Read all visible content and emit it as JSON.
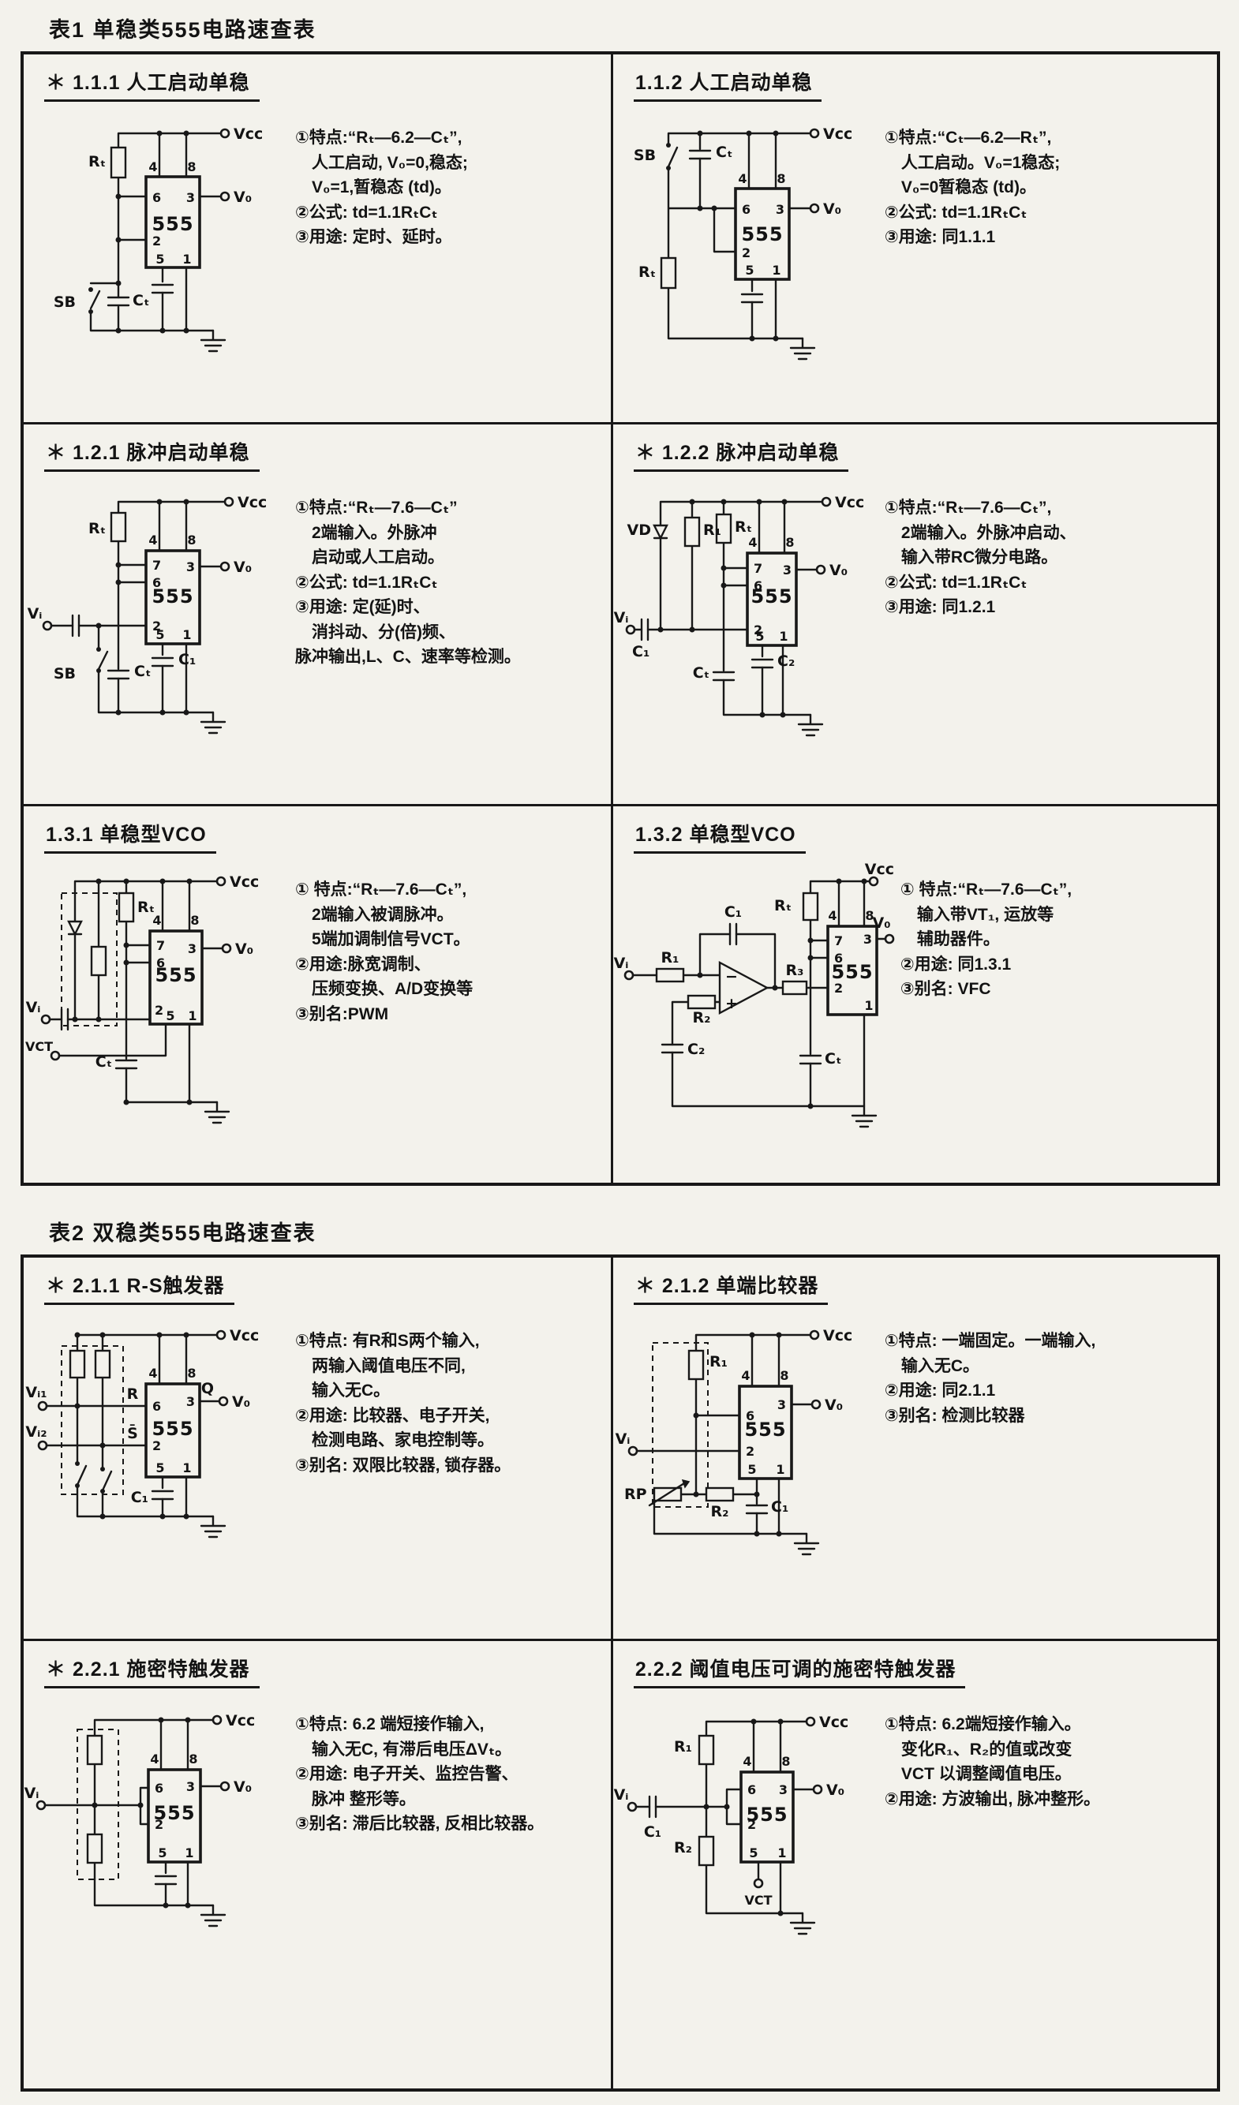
{
  "titles": {
    "table1": "表1 单稳类555电路速查表",
    "table2": "表2 双稳类555电路速查表"
  },
  "chip": "555",
  "pins": {
    "p1": "1",
    "p2": "2",
    "p3": "3",
    "p4": "4",
    "p5": "5",
    "p6": "6",
    "p7": "7",
    "p8": "8"
  },
  "sym": {
    "vcc": "Vcc",
    "vo": "V₀",
    "vi": "Vᵢ",
    "vi1": "Vᵢ₁",
    "vi2": "Vᵢ₂",
    "rt": "Rₜ",
    "ct": "Cₜ",
    "c1": "C₁",
    "c2": "C₂",
    "sb": "SB",
    "vd": "VD",
    "r1": "R₁",
    "r2": "R₂",
    "r3": "R₃",
    "rp": "RP",
    "vct": "VCT",
    "q": "Q",
    "rin": "R",
    "sin": "S̄",
    "plus": "+",
    "minus": "−"
  },
  "cells": {
    "c111": {
      "title": "＊ 1.1.1 人工启动单稳",
      "notes": [
        "①特点:“Rₜ—6.2—Cₜ”,",
        "　人工启动, V₀=0,稳态;",
        "　V₀=1,暂稳态 (td)。",
        "②公式: td=1.1RₜCₜ",
        "③用途: 定时、延时。"
      ]
    },
    "c112": {
      "title": "1.1.2 人工启动单稳",
      "notes": [
        "①特点:“Cₜ—6.2—Rₜ”,",
        "　人工启动。V₀=1稳态;",
        "　V₀=0暂稳态 (td)。",
        "②公式: td=1.1RₜCₜ",
        "③用途: 同1.1.1"
      ]
    },
    "c121": {
      "title": "＊ 1.2.1 脉冲启动单稳",
      "notes": [
        "①特点:“Rₜ—7.6—Cₜ”",
        "　2端输入。外脉冲",
        "　启动或人工启动。",
        "②公式: td=1.1RₜCₜ",
        "③用途: 定(延)时、",
        "　消抖动、分(倍)频、",
        "脉冲输出,L、C、速率等检测。"
      ]
    },
    "c122": {
      "title": "＊ 1.2.2 脉冲启动单稳",
      "notes": [
        "①特点:“Rₜ—7.6—Cₜ”,",
        "　2端输入。外脉冲启动、",
        "　输入带RC微分电路。",
        "②公式: td=1.1RₜCₜ",
        "③用途: 同1.2.1"
      ]
    },
    "c131": {
      "title": "1.3.1 单稳型VCO",
      "notes": [
        "① 特点:“Rₜ—7.6—Cₜ”,",
        "　2端输入被调脉冲。",
        "　5端加调制信号VCT。",
        "②用途:脉宽调制、",
        "　压频变换、A/D变换等",
        "③别名:PWM"
      ]
    },
    "c132": {
      "title": "1.3.2 单稳型VCO",
      "notes": [
        "① 特点:“Rₜ—7.6—Cₜ”,",
        "　输入带VT₁, 运放等",
        "　辅助器件。",
        "②用途: 同1.3.1",
        "③别名: VFC"
      ]
    },
    "c211": {
      "title": "＊ 2.1.1 R-S触发器",
      "notes": [
        "①特点: 有R和S两个输入,",
        "　两输入阈值电压不同,",
        "　输入无C。",
        "②用途: 比较器、电子开关,",
        "　检测电路、家电控制等。",
        "③别名: 双限比较器, 锁存器。"
      ]
    },
    "c212": {
      "title": "＊ 2.1.2 单端比较器",
      "notes": [
        "①特点: 一端固定。一端输入,",
        "　输入无C。",
        "②用途: 同2.1.1",
        "③别名: 检测比较器"
      ]
    },
    "c221": {
      "title": "＊ 2.2.1 施密特触发器",
      "notes": [
        "①特点: 6.2 端短接作输入,",
        "　输入无C, 有滞后电压ΔVₜ。",
        "②用途: 电子开关、监控告警、",
        "　脉冲 整形等。",
        "③别名: 滞后比较器, 反相比较器。"
      ]
    },
    "c222": {
      "title": "2.2.2 阈值电压可调的施密特触发器",
      "notes": [
        "①特点: 6.2端短接作输入。",
        "　变化R₁、R₂的值或改变",
        "　VCT 以调整阈值电压。",
        "②用途: 方波输出, 脉冲整形。"
      ]
    }
  }
}
